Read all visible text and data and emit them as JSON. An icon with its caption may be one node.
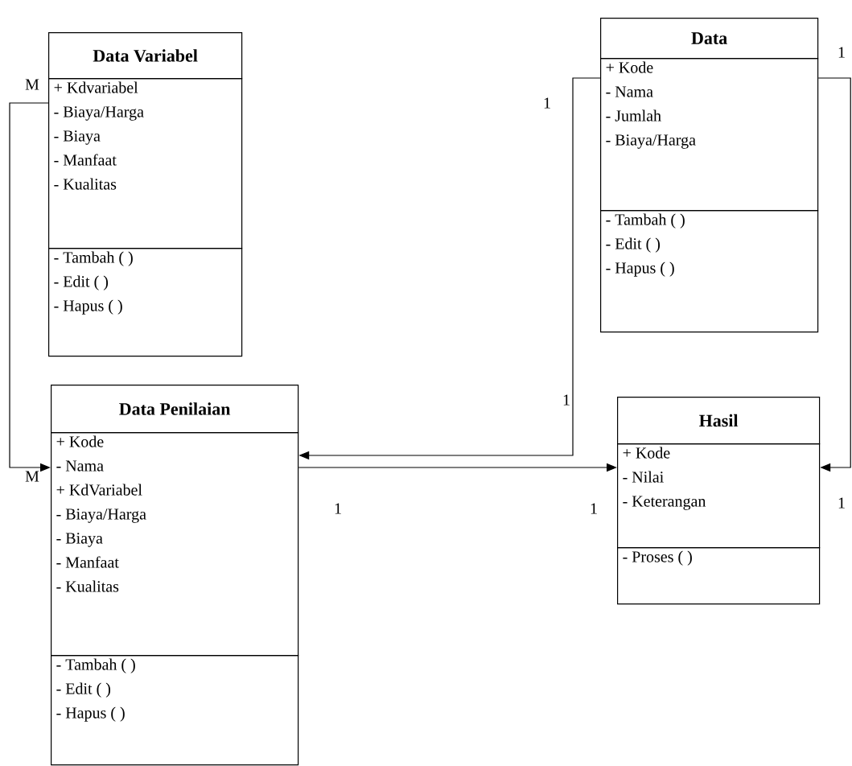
{
  "diagram": {
    "nodes": [
      {
        "text": [
          "Data Variabel"
        ]
      },
      {
        "text": [
          "+ Kdvariabel",
          "- Biaya/Harga",
          "- Biaya",
          "- Manfaat",
          "- Kualitas"
        ]
      },
      {
        "text": [
          "- Tambah ( )",
          "- Edit ( )",
          "- Hapus ( )"
        ]
      },
      {
        "text": [
          "Data"
        ]
      },
      {
        "text": [
          "+ Kode",
          "- Nama",
          "- Jumlah",
          "- Biaya/Harga"
        ]
      },
      {
        "text": [
          "- Tambah ( )",
          "- Edit ( )",
          "- Hapus ( )"
        ]
      },
      {
        "text": [
          "Data Penilaian"
        ]
      },
      {
        "text": [
          "+ Kode",
          "- Nama",
          "+ KdVariabel",
          "- Biaya/Harga",
          "- Biaya",
          "- Manfaat",
          "- Kualitas"
        ]
      },
      {
        "text": [
          "- Tambah ( )",
          "- Edit ( )",
          "- Hapus ( )"
        ]
      },
      {
        "text": [
          "Hasil"
        ]
      },
      {
        "text": [
          "+ Kode",
          "- Nilai",
          "- Keterangan"
        ]
      },
      {
        "text": [
          "- Proses ( )"
        ]
      }
    ],
    "edges": [
      {
        "from": 1,
        "to": 7,
        "arrow": "to"
      },
      {
        "from": 4,
        "to": 7,
        "arrow": "to"
      },
      {
        "from": 7,
        "to": 10,
        "arrow": "to"
      },
      {
        "from": 4,
        "to": 10,
        "arrow": "to"
      }
    ],
    "labels": [
      "1",
      "M",
      "1",
      "1",
      "M",
      "1",
      "1",
      "1"
    ]
  }
}
